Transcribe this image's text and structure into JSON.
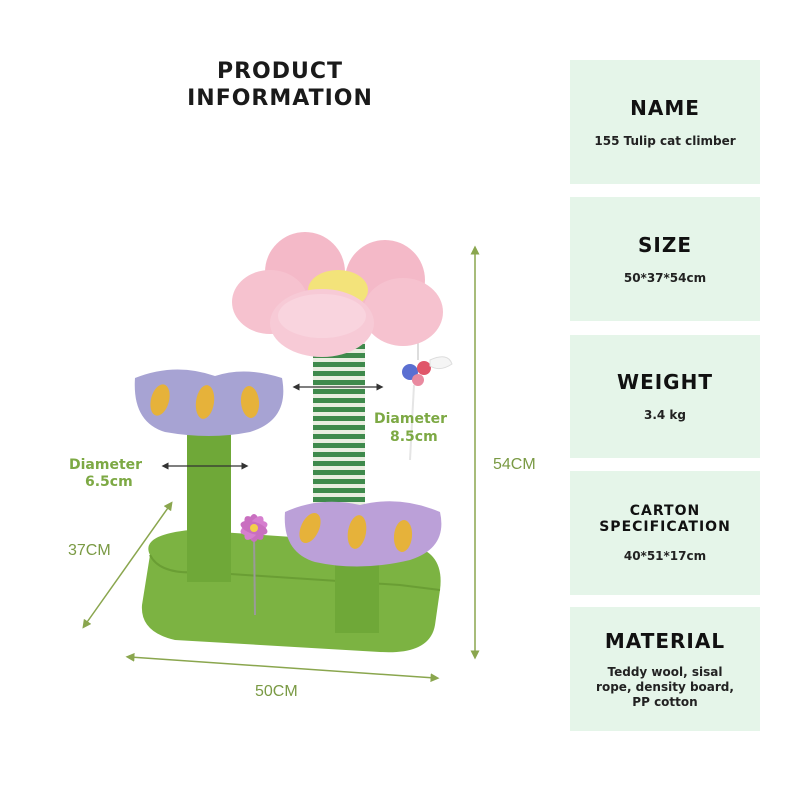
{
  "header": {
    "line1": "PRODUCT",
    "line2": "INFORMATION"
  },
  "specs": [
    {
      "label": "NAME",
      "value": "155 Tulip cat climber"
    },
    {
      "label": "SIZE",
      "value": "50*37*54cm"
    },
    {
      "label": "WEIGHT",
      "value": "3.4 kg"
    },
    {
      "label": "CARTON SPECIFICATION",
      "label_line1": "CARTON",
      "label_line2": "SPECIFICATION",
      "value": "40*51*17cm"
    },
    {
      "label": "MATERIAL",
      "value": "Teddy wool, sisal rope, density board, PP cotton",
      "value_lines": [
        "Teddy wool, sisal",
        "rope, density board,",
        "PP cotton"
      ]
    }
  ],
  "dimensions": {
    "height": "54CM",
    "depth": "37CM",
    "width": "50CM"
  },
  "diameters": {
    "large": {
      "word": "Diameter",
      "value": "8.5cm"
    },
    "small": {
      "word": "Diameter",
      "value": "6.5cm"
    }
  },
  "colors": {
    "card_bg": "#e5f5e9",
    "accent_green": "#7da944",
    "petal_pink": "#f4b9c8",
    "platform_purple": "#a7a3d3",
    "base_green": "#7cb342"
  }
}
